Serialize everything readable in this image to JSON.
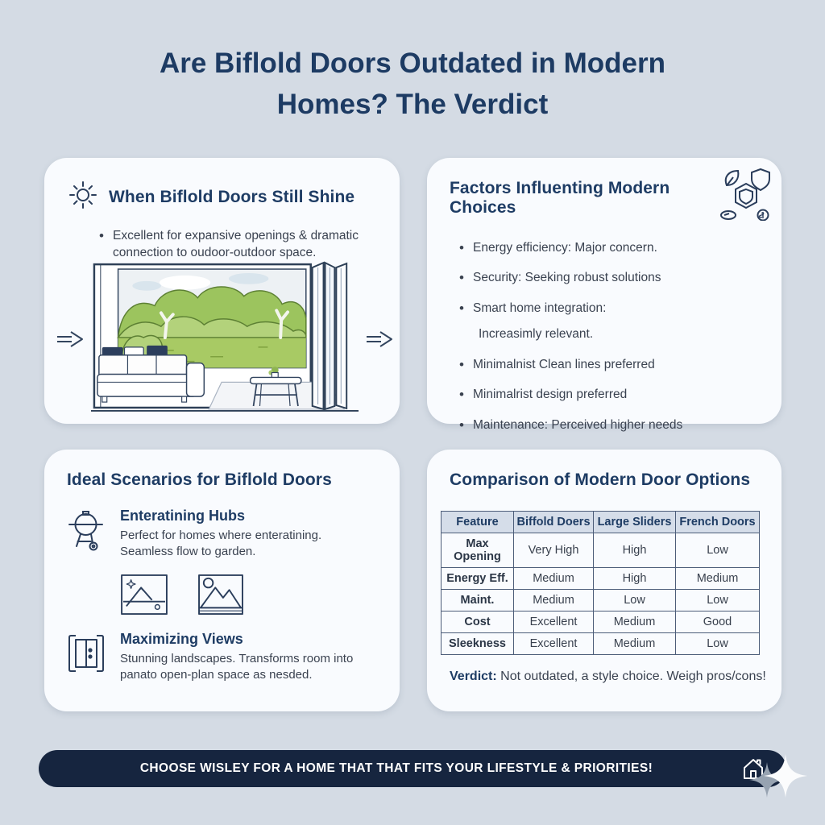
{
  "page": {
    "title": "Are Biflold Doors Outdated in Modern Homes? The Verdict",
    "colors": {
      "background": "#d4dbe4",
      "card": "#f9fbfe",
      "heading_navy": "#1e3c64",
      "body_text": "#3a4250",
      "banner_navy": "#16253f",
      "table_header_bg": "#d5dde9",
      "table_border": "#4c5d79",
      "foliage_green": "#a4c966",
      "lawn_green": "#a8ca64"
    }
  },
  "card_shine": {
    "title": "When Biflold Doors Still Shine",
    "icon": "sun-icon",
    "bullets": [
      "Excellent for expansive openings & dramatic connection to oudoor-outdoor space."
    ],
    "illustration": "living room opening through folded bifold doors to green garden, arrows pointing right on both sides"
  },
  "card_factors": {
    "title": "Factors Influenting Modern Choices",
    "icons": [
      "leaf-icon",
      "shield-icon",
      "hex-shield-icon",
      "pill-icon",
      "coin-icon"
    ],
    "bullets": [
      "Energy efficiency: Major concern.",
      "Security: Seeking robust solutions",
      "Smart home integration:",
      "Increasimly relevant.",
      "Minimalnist Clean lines preferred",
      "Minimalrist design preferred",
      "Maintenance: Perceived higher needs"
    ]
  },
  "card_scenarios": {
    "title": "Ideal Scenarios for Biflold Doors",
    "items": [
      {
        "icon": "bbq-grill-icon",
        "title": "Enteratining Hubs",
        "text": "Perfect for homes where enteratining. Seamless flow to garden."
      },
      {
        "icon": "bifold-door-icon",
        "title": "Maximizing Views",
        "text": "Stunning landscapes. Transforms room into panato open-plan space as nesded."
      }
    ],
    "placeholder_icons": [
      "image-placeholder-icon",
      "image-placeholder-icon"
    ]
  },
  "card_comparison": {
    "title": "Comparison of Modern Door Options",
    "table": {
      "headers": [
        "Feature",
        "Biffold Doers",
        "Large Sliders",
        "French Doors"
      ],
      "rows": [
        [
          "Max Opening",
          "Very High",
          "High",
          "Low"
        ],
        [
          "Energy Eff.",
          "Medium",
          "High",
          "Medium"
        ],
        [
          "Maint.",
          "Medium",
          "Low",
          "Low"
        ],
        [
          "Cost",
          "Excellent",
          "Medium",
          "Good"
        ],
        [
          "Sleekness",
          "Excellent",
          "Medium",
          "Low"
        ]
      ]
    },
    "verdict_label": "Verdict:",
    "verdict_text": " Not outdated, a style choice. Weigh pros/cons!"
  },
  "banner": {
    "text": "CHOOSE WISLEY FOR A HOME THAT THAT FITS YOUR LIFESTYLE & PRIORITIES!",
    "icons": [
      "home-icon",
      "sparkle-icon"
    ]
  }
}
